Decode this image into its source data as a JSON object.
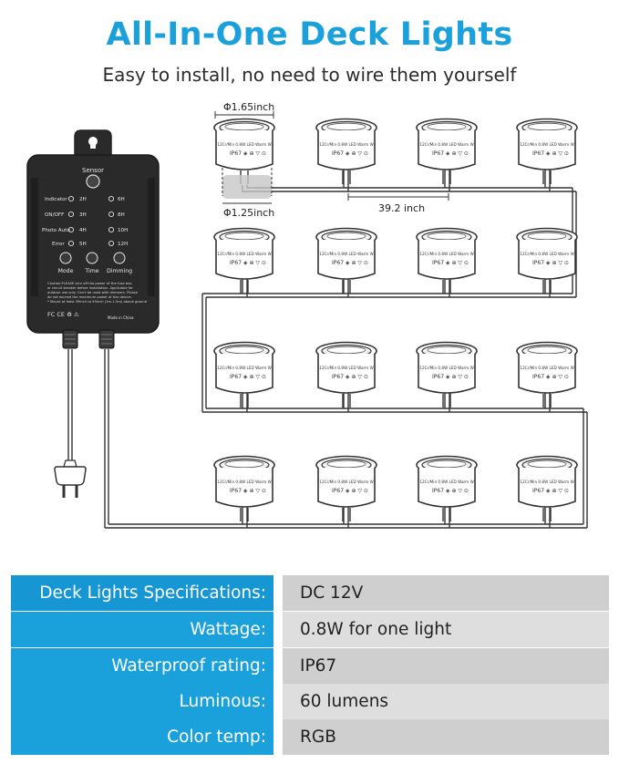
{
  "header": {
    "title": "All-In-One Deck Lights",
    "subtitle": "Easy to install, no need to wire them yourself"
  },
  "diagram": {
    "dim_top_diameter": "Φ1.65inch",
    "dim_bottom_diameter": "Φ1.25inch",
    "dim_spacing": "39.2 inch",
    "light_label": "12Cr/Min 0.8W LED Warm W",
    "light_rating": "IP67",
    "controller": {
      "sensor_label": "Sensor",
      "indicator_label": "Indicator",
      "onoff_label": "ON/OFF",
      "photoauto_label": "Photo Auto",
      "error_label": "Error",
      "timers_left": [
        "2H",
        "3H",
        "4H",
        "5H"
      ],
      "timers_right": [
        "6H",
        "8H",
        "10H",
        "12H"
      ],
      "button_mode": "Mode",
      "button_time": "Time",
      "button_dimming": "Dimming",
      "caution_lines": [
        "Caution:PLEASE turn off the power of the fuse box",
        "or circuit breaker before installation. Applicable for",
        "outdoor use only. Can't be used with dimmers. Please",
        "do not exceed the maximum power of this device.",
        "* Mount at least 39inch to 59inch (1m-1.5m) above ground"
      ],
      "cert_marks": "FC CE ♻ ⚠",
      "made_in": "Made in China"
    },
    "colors": {
      "stroke": "#333333",
      "housing": "#2a2a2a",
      "ring": "#d9d9d9",
      "shadow": "#c7c7c7"
    }
  },
  "specs": [
    {
      "label": "Deck Lights Specifications:",
      "value": "DC 12V"
    },
    {
      "label": "Wattage:",
      "value": "0.8W for one light"
    },
    {
      "label": "Waterproof rating:",
      "value": "IP67"
    },
    {
      "label": "Luminous:",
      "value": "60 lumens"
    },
    {
      "label": "Color temp:",
      "value": "RGB"
    }
  ],
  "theme": {
    "accent": "#1aa1dc",
    "value_bg": "#cfcfcf"
  }
}
